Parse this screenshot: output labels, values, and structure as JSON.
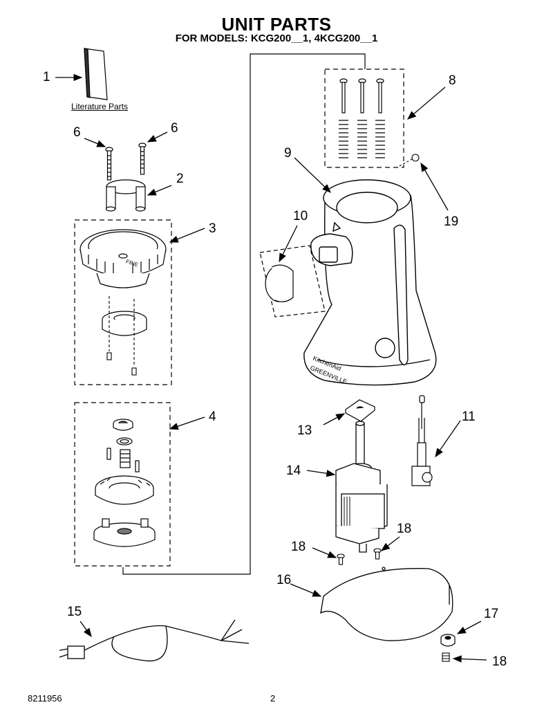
{
  "header": {
    "title": "UNIT PARTS",
    "subtitle": "FOR MODELS: KCG200__1, 4KCG200__1"
  },
  "literature_label": "Literature Parts",
  "callouts": [
    {
      "id": "c1",
      "label": "1"
    },
    {
      "id": "c2",
      "label": "2"
    },
    {
      "id": "c3",
      "label": "3"
    },
    {
      "id": "c4",
      "label": "4"
    },
    {
      "id": "c6a",
      "label": "6"
    },
    {
      "id": "c6b",
      "label": "6"
    },
    {
      "id": "c8",
      "label": "8"
    },
    {
      "id": "c9",
      "label": "9"
    },
    {
      "id": "c10",
      "label": "10"
    },
    {
      "id": "c11",
      "label": "11"
    },
    {
      "id": "c13",
      "label": "13"
    },
    {
      "id": "c14",
      "label": "14"
    },
    {
      "id": "c15",
      "label": "15"
    },
    {
      "id": "c16",
      "label": "16"
    },
    {
      "id": "c17",
      "label": "17"
    },
    {
      "id": "c18a",
      "label": "18"
    },
    {
      "id": "c18b",
      "label": "18"
    },
    {
      "id": "c18c",
      "label": "18"
    },
    {
      "id": "c19",
      "label": "19"
    }
  ],
  "housing_text": {
    "brand": "KitchenAid",
    "city": "GREENVILLE",
    "dial": "FINE"
  },
  "footer": {
    "doc_number": "8211956",
    "page": "2"
  }
}
